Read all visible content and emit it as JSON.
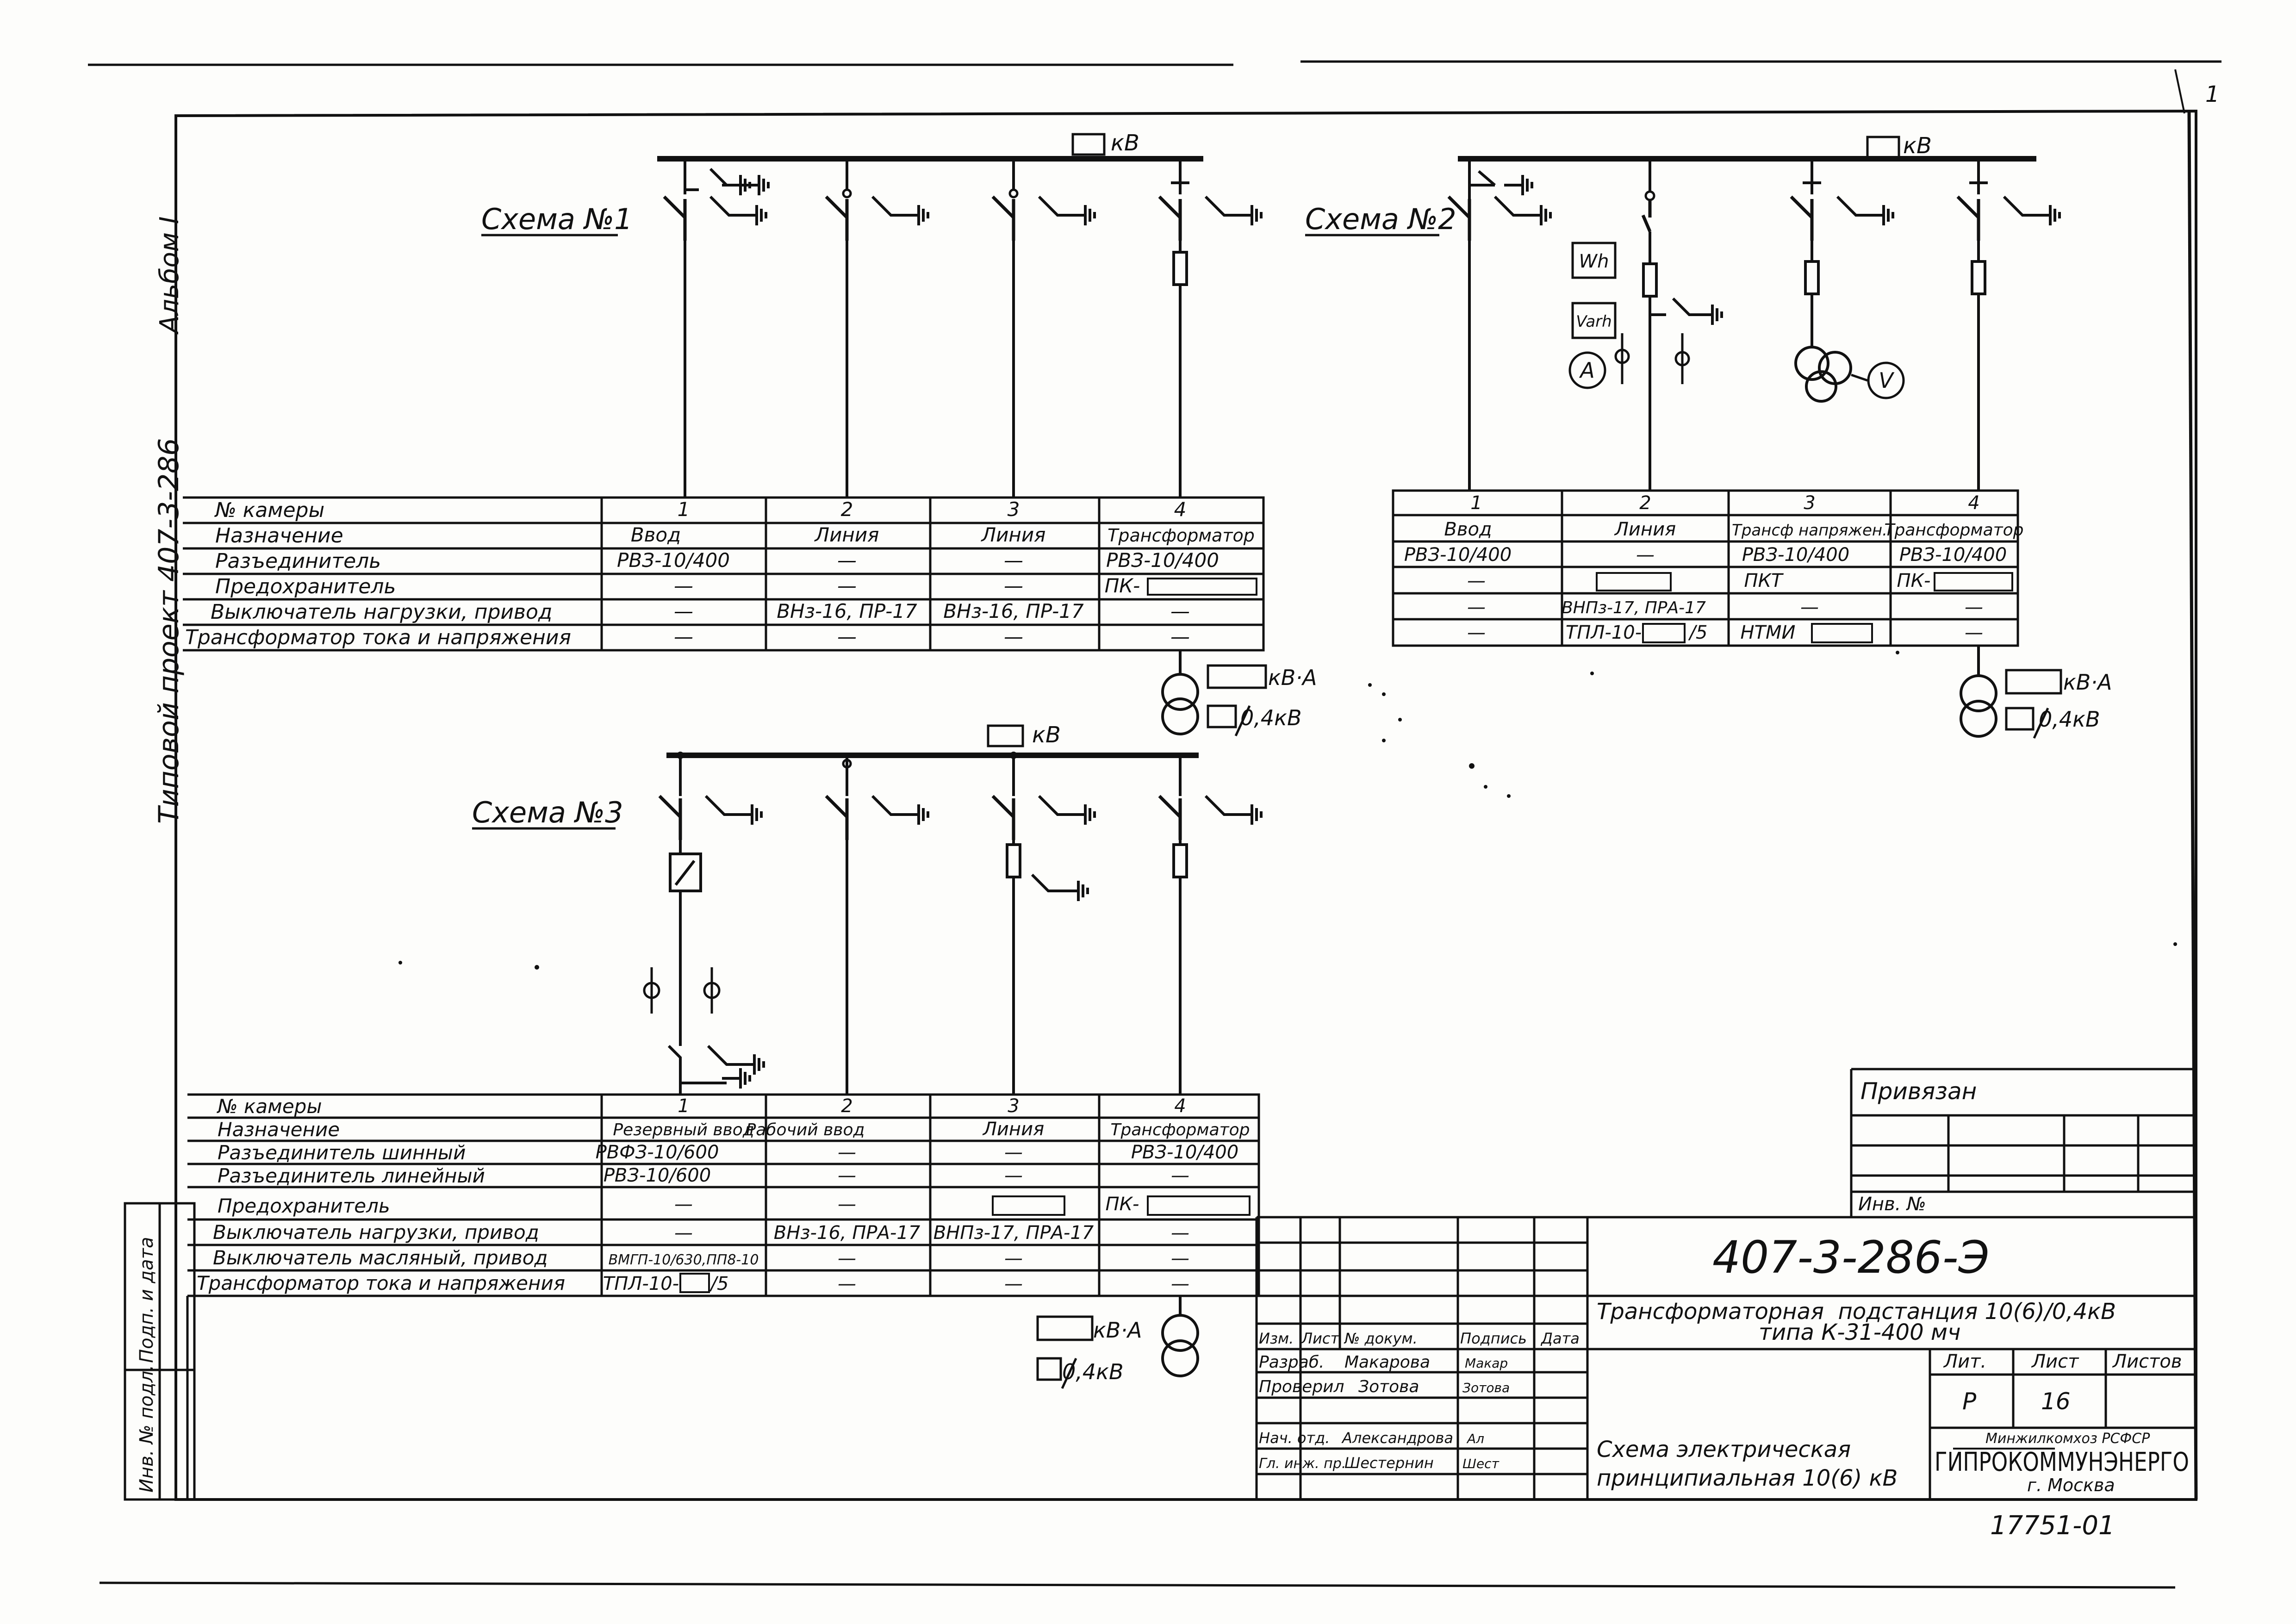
{
  "album": "Альбом I",
  "project": "Типовой проект 407-3-286",
  "sheet_corner": "1",
  "kv": "кВ",
  "kva": "кВ·А",
  "v04": "0,4кВ",
  "scheme1": {
    "title": "Схема №1",
    "rows": [
      "№ камеры",
      "Назначение",
      "Разъединитель",
      "Предохранитель",
      "Выключатель нагрузки, привод",
      "Трансформатор тока и напряжения"
    ],
    "cols": [
      {
        "no": "1",
        "purpose": "Ввод",
        "disc": "РВЗ-10/400",
        "fuse": "—",
        "switch": "—",
        "ct": "—"
      },
      {
        "no": "2",
        "purpose": "Линия",
        "disc": "—",
        "fuse": "—",
        "switch": "ВНз-16, ПР-17",
        "ct": "—"
      },
      {
        "no": "3",
        "purpose": "Линия",
        "disc": "—",
        "fuse": "—",
        "switch": "ВНз-16, ПР-17",
        "ct": "—"
      },
      {
        "no": "4",
        "purpose": "Трансформатор",
        "disc": "РВЗ-10/400",
        "fuse": "ПК-",
        "switch": "—",
        "ct": "—"
      }
    ]
  },
  "scheme2": {
    "title": "Схема №2",
    "meters": [
      "Wh",
      "Varh",
      "A",
      "V"
    ],
    "cols": [
      {
        "no": "1",
        "purpose": "Ввод",
        "r1": "РВЗ-10/400",
        "r2": "—",
        "r3": "—",
        "r4": "—"
      },
      {
        "no": "2",
        "purpose": "Линия",
        "r1": "—",
        "r2": "",
        "r3": "ВНПз-17, ПРА-17",
        "r4": "ТПЛ-10-",
        "r4b": "/5"
      },
      {
        "no": "3",
        "purpose": "Трансф напряжен.",
        "r1": "РВЗ-10/400",
        "r2": "ПКТ",
        "r3": "—",
        "r4": "НТМИ"
      },
      {
        "no": "4",
        "purpose": "Трансформатор",
        "r1": "РВЗ-10/400",
        "r2": "ПК-",
        "r3": "—",
        "r4": "—"
      }
    ]
  },
  "scheme3": {
    "title": "Схема №3",
    "rows": [
      "№ камеры",
      "Назначение",
      "Разъединитель шинный",
      "Разъединитель линейный",
      "Предохранитель",
      "Выключатель нагрузки, привод",
      "Выключатель масляный, привод",
      "Трансформатор тока и напряжения"
    ],
    "cols": [
      {
        "no": "1",
        "purpose": "Резервный ввод",
        "r1": "РВФЗ-10/600",
        "r2": "РВЗ-10/600",
        "r3": "—",
        "r4": "—",
        "r5": "ВМГП-10/630,ПП8-10",
        "r6": "ТПЛ-10-",
        "r6b": "/5"
      },
      {
        "no": "2",
        "purpose": "Рабочий ввод",
        "r1": "—",
        "r2": "—",
        "r3": "—",
        "r4": "ВНз-16, ПРА-17",
        "r5": "—",
        "r6": "—"
      },
      {
        "no": "3",
        "purpose": "Линия",
        "r1": "—",
        "r2": "—",
        "r3": "",
        "r4": "ВНПз-17, ПРА-17",
        "r5": "—",
        "r6": "—"
      },
      {
        "no": "4",
        "purpose": "Трансформатор",
        "r1": "РВЗ-10/400",
        "r2": "—",
        "r3": "ПК-",
        "r4": "—",
        "r5": "—",
        "r6": "—"
      }
    ]
  },
  "left_stamp": [
    "Инв. № подл.",
    "Подп. и дата"
  ],
  "privyazan": "Привязан",
  "inv_no": "Инв. №",
  "doc_code": "407-3-286-Э",
  "title_block": {
    "headers": [
      "Изм.",
      "Лист",
      "№ докум.",
      "Подпись",
      "Дата"
    ],
    "people": [
      {
        "role": "Разраб.",
        "name": "Макарова",
        "sign": "Макар"
      },
      {
        "role": "Проверил",
        "name": "Зотова",
        "sign": "Зотова"
      },
      {
        "role": "Нач. отд.",
        "name": "Александрова",
        "sign": "Ал"
      },
      {
        "role": "Гл. инж. пр.",
        "name": "Шестернин",
        "sign": "Шест"
      }
    ],
    "name_line1": "Трансформаторная  подстанция 10(6)/0,4кВ",
    "name_line2": "типа К-31-400 мч",
    "lit_label": "Лит.",
    "list_label": "Лист",
    "lists_label": "Листов",
    "lit": "Р",
    "sheet": "16",
    "drawing_line1": "Схема  электрическая",
    "drawing_line2": "принципиальная 10(6) кВ",
    "org_top": "Минжилкомхоз РСФСР",
    "org": "ГИПРОКОММУНЭНЕРГО",
    "city": "г. Москва"
  },
  "archive_no": "17751-01"
}
